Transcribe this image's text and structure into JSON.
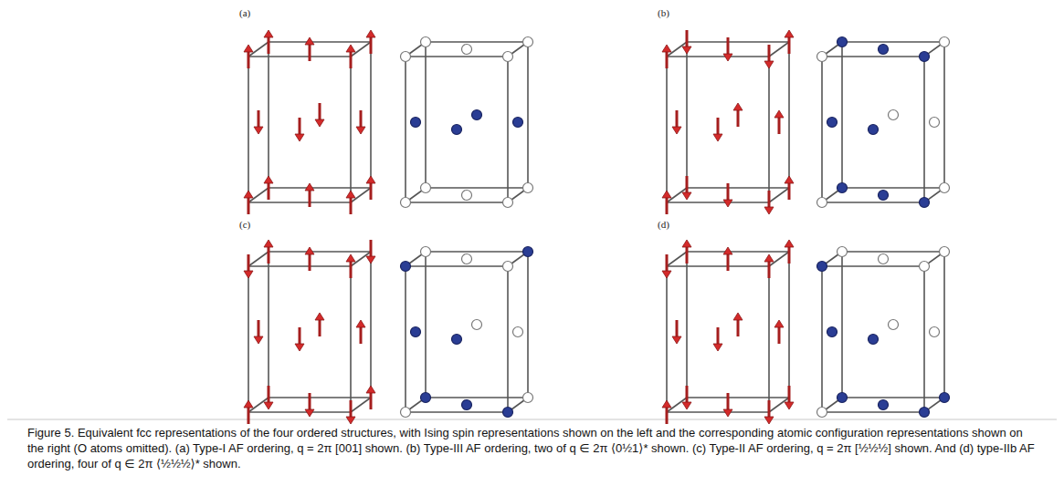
{
  "diagram": {
    "caption": "Figure 5. Equivalent fcc representations of the four ordered structures, with Ising spin representations shown on the left and the corresponding atomic configuration representations shown on the right (O atoms omitted). (a) Type-I AF ordering, q = 2π [001] shown. (b) Type-III AF ordering, two of q ∈ 2π ⟨0½1⟩* shown. (c) Type-II AF ordering, q = 2π [½½½] shown. And (d) type-IIb AF ordering, four of q ∈ 2π ⟨½½½⟩* shown.",
    "labels": [
      "(a)",
      "(b)",
      "(c)",
      "(d)"
    ]
  }
}
